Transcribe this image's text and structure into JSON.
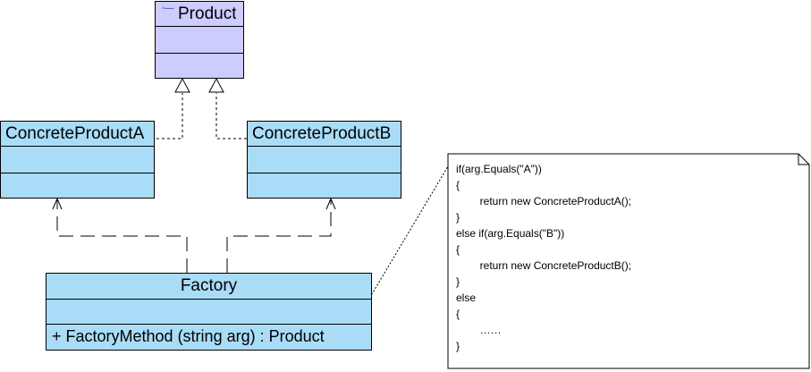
{
  "product": {
    "name": "Product",
    "stereotype_icon": "interface-icon"
  },
  "concrete_a": {
    "name": "ConcreteProductA"
  },
  "concrete_b": {
    "name": "ConcreteProductB"
  },
  "factory": {
    "name": "Factory",
    "operation": "+  FactoryMethod (string arg)  : Product"
  },
  "note": {
    "lines": [
      "if(arg.Equals(\"A\"))",
      "{",
      "        return new ConcreteProductA();",
      "}",
      "else if(arg.Equals(\"B\"))",
      "{",
      "        return new ConcreteProductB();",
      "}",
      "else",
      "{",
      "        ……",
      "}"
    ]
  },
  "colors": {
    "interface_fill": "#ccccff",
    "class_fill": "#a9dcf7",
    "line": "#000000"
  }
}
